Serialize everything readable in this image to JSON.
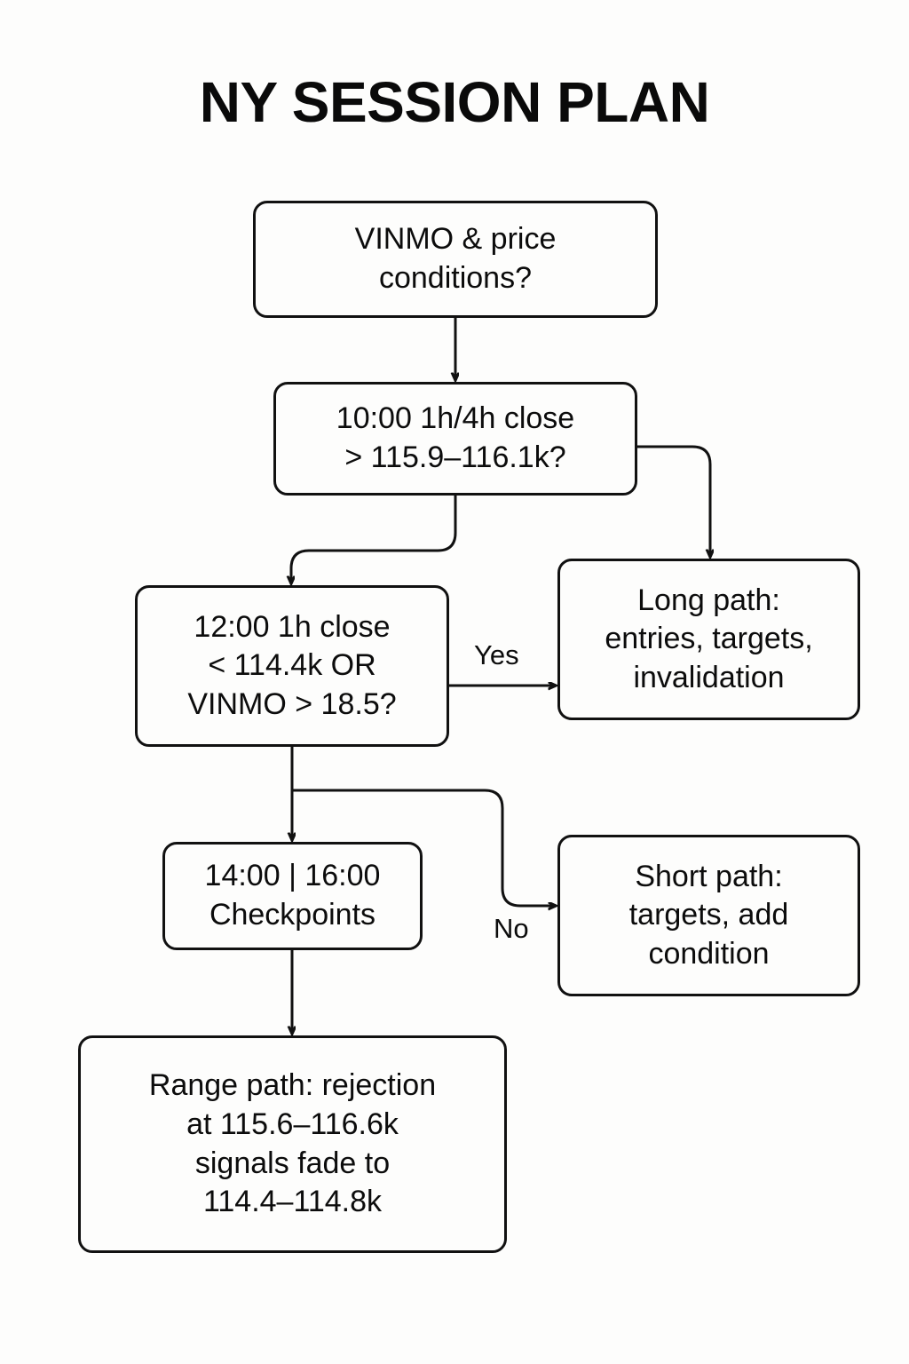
{
  "page": {
    "title": "NY SESSION PLAN",
    "background_color": "#fdfdfc",
    "line_color": "#111111",
    "text_color": "#0c0c0c"
  },
  "diagram": {
    "type": "flowchart",
    "orientation": "top-down",
    "nodes": [
      {
        "id": "vinmo",
        "label": "VINMO & price\nconditions?",
        "shape": "rounded-rectangle"
      },
      {
        "id": "close_1000",
        "label": "10:00 1h/4h close\n> 115.9–116.1k?",
        "shape": "rounded-rectangle"
      },
      {
        "id": "close_1200",
        "label": "12:00 1h close\n< 114.4k OR\nVINMO > 18.5?",
        "shape": "rounded-rectangle"
      },
      {
        "id": "long_path",
        "label": "Long path:\nentries, targets,\ninvalidation",
        "shape": "rounded-rectangle"
      },
      {
        "id": "checkpoints",
        "label": "14:00 | 16:00\nCheckpoints",
        "shape": "rounded-rectangle"
      },
      {
        "id": "short_path",
        "label": "Short path:\ntargets, add\ncondition",
        "shape": "rounded-rectangle"
      },
      {
        "id": "range_path",
        "label": "Range path: rejection\nat 115.6–116.6k\nsignals fade to\n114.4–114.8k",
        "shape": "rounded-rectangle"
      }
    ],
    "edges": [
      {
        "from": "vinmo",
        "to": "close_1000",
        "label": ""
      },
      {
        "from": "close_1000",
        "to": "long_path",
        "label": ""
      },
      {
        "from": "close_1000",
        "to": "close_1200",
        "label": ""
      },
      {
        "from": "close_1200",
        "to": "long_path",
        "label": "Yes"
      },
      {
        "from": "close_1200",
        "to": "short_path",
        "label": "No"
      },
      {
        "from": "close_1200",
        "to": "checkpoints",
        "label": ""
      },
      {
        "from": "checkpoints",
        "to": "range_path",
        "label": ""
      }
    ],
    "edge_labels": {
      "yes": "Yes",
      "no": "No"
    }
  }
}
